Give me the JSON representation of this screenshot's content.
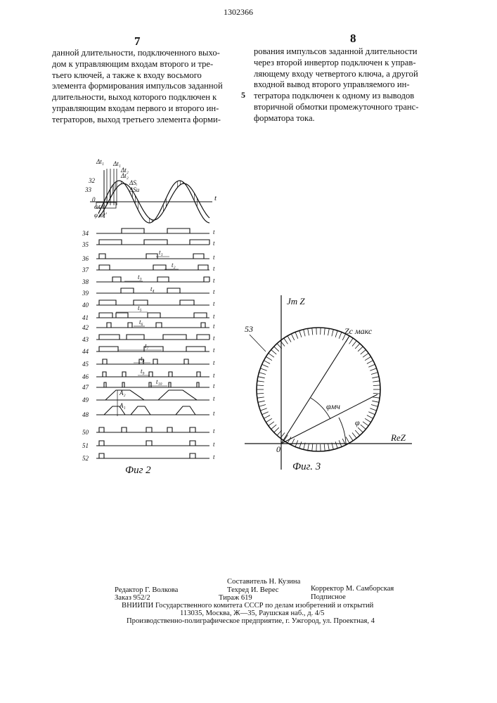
{
  "header": {
    "patent_number": "1302366",
    "page_left": "7",
    "page_right": "8",
    "line_marker": "5"
  },
  "body_text": {
    "left_column": [
      "данной длительности, подключенного выхо-",
      "дом к управляющим входам второго и тре-",
      "тьего ключей, а также к входу восьмого",
      "элемента формирования импульсов заданной",
      "длительности, выход которого подключен к",
      "управляющим входам первого и второго ин-",
      "теграторов, выход третьего элемента форми-"
    ],
    "right_column": [
      "рования импульсов заданной длительности",
      "через второй инвертор подключен к управ-",
      "ляющему входу четвертого ключа, а другой",
      "входной вывод второго управляемого ин-",
      "тегратора подключен к одному из выводов",
      "вторичной обмотки промежуточного транс-",
      "форматора тока."
    ]
  },
  "fig2": {
    "caption": "Фиг 2",
    "top_labels": {
      "dt1a": "Δt₁",
      "dt1b": "Δt₁",
      "dt2a": "Δt₂",
      "dt2b": "Δt₂",
      "dsi": "ΔSᵢ",
      "dsu": "ΔSu",
      "l32": "32",
      "l33": "33",
      "l0": "0",
      "phi": "φ'ωt'",
      "wt": "ωt/ψ",
      "t": "t"
    },
    "rows": [
      {
        "num": "34",
        "t": "t"
      },
      {
        "num": "35",
        "t": "t"
      },
      {
        "num": "36",
        "t": "t"
      },
      {
        "num": "37",
        "t": "t"
      },
      {
        "num": "38",
        "t": "t"
      },
      {
        "num": "39",
        "t": "t"
      },
      {
        "num": "40",
        "t": "t"
      },
      {
        "num": "41",
        "t": "t"
      },
      {
        "num": "42",
        "t": "t"
      },
      {
        "num": "43",
        "t": "t"
      },
      {
        "num": "44",
        "t": "t"
      },
      {
        "num": "45",
        "t": "t"
      },
      {
        "num": "46",
        "t": "t"
      },
      {
        "num": "47",
        "t": "t"
      },
      {
        "num": "49",
        "t": "t"
      },
      {
        "num": "48",
        "t": "t"
      },
      {
        "num": "50",
        "t": "t"
      },
      {
        "num": "51",
        "t": "t"
      },
      {
        "num": "52",
        "t": "t"
      }
    ],
    "interval_labels": [
      "t₁",
      "t₂",
      "t₃",
      "t₄",
      "t₅",
      "t₆",
      "t₇",
      "t₈",
      "t₉",
      "t₁₀"
    ],
    "amp_labels": [
      "A₂",
      "A₁"
    ]
  },
  "fig3": {
    "caption": "Фиг. 3",
    "imag_axis": "Jm Z",
    "real_axis": "ReZ",
    "zc_label": "Zc макс",
    "phi_mch": "φмч",
    "phi": "φ",
    "origin": "0",
    "ref_53": "53"
  },
  "footer": {
    "compiler": "Составитель Н. Кузина",
    "editor": "Редактор Г. Волкова",
    "techred": "Техред И. Верес",
    "corrector": "Корректор М. Самборская",
    "order": "Заказ 952/2",
    "tirazh": "Тираж 619",
    "podpisnoe": "Подписное",
    "vniipi": "ВНИИПИ Государственного комитета СССР по делам изобретений и открытий",
    "address": "113035, Москва, Ж—35, Раушская наб., д. 4/5",
    "enterprise": "Производственно-полиграфическое предприятие, г. Ужгород, ул. Проектная, 4"
  }
}
